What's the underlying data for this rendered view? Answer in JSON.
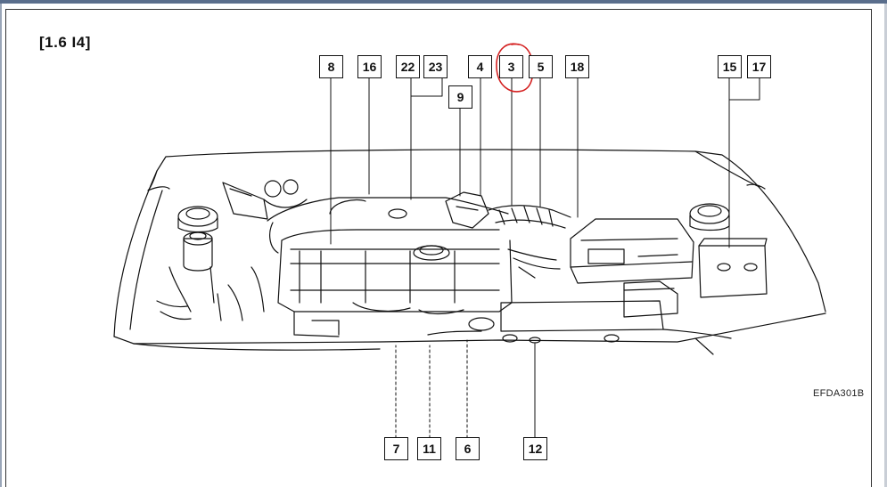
{
  "figure": {
    "title": "[1.6 I4]",
    "code": "EFDA301B"
  },
  "callouts": {
    "c8": "8",
    "c16": "16",
    "c22": "22",
    "c23": "23",
    "c4": "4",
    "c3": "3",
    "c5": "5",
    "c18": "18",
    "c9": "9",
    "c15": "15",
    "c17": "17",
    "c7": "7",
    "c11": "11",
    "c6": "6",
    "c12": "12"
  },
  "highlight": {
    "callout": "3",
    "color": "#d42020"
  },
  "colors": {
    "ink": "#111111",
    "frame": "#333333",
    "header": "#5a6e8c"
  }
}
